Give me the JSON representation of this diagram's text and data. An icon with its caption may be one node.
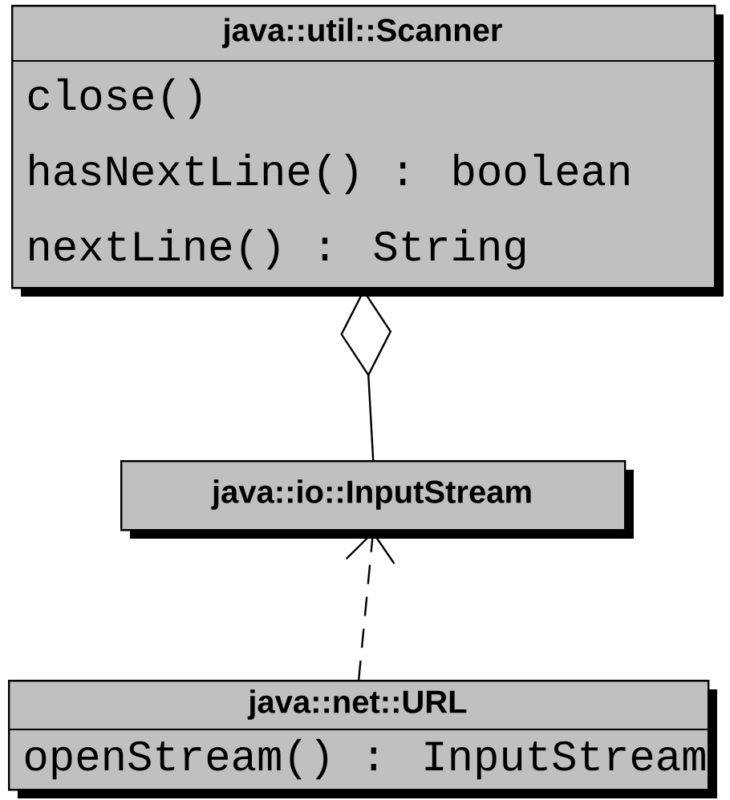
{
  "diagram": {
    "nodes": [
      {
        "text": [
          "java::util::Scanner",
          "close()",
          "hasNextLine() :  boolean",
          "nextLine() :  String"
        ]
      },
      {
        "text": [
          "java::io::InputStream"
        ]
      },
      {
        "text": [
          "java::net::URL",
          "openStream() :  InputStream"
        ]
      }
    ],
    "edges": [
      {
        "from": 0,
        "to": 1,
        "arrow": "other"
      },
      {
        "from": 2,
        "to": 1,
        "arrow": "to",
        "style": "dashed"
      }
    ]
  }
}
